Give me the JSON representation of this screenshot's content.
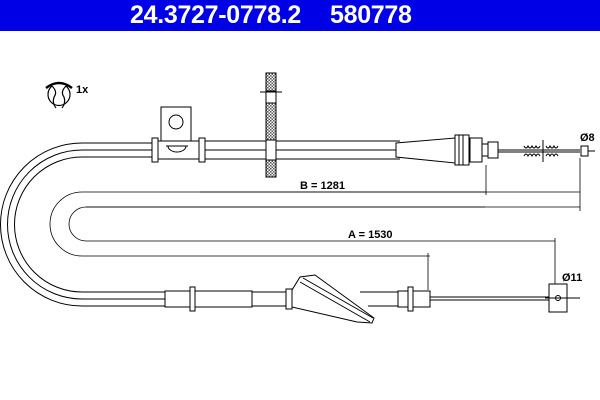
{
  "header": {
    "part_number": "24.3727-0778.2",
    "reference_number": "580778",
    "background_color": "#0000e6",
    "text_color": "#ffffff"
  },
  "clip": {
    "icon": "circlip-icon",
    "quantity_label": "1x"
  },
  "dimensions": {
    "b_label": "B = 1281",
    "a_label": "A = 1530",
    "diameter_top": "Ø8",
    "diameter_bottom": "Ø11"
  },
  "colors": {
    "line": "#000000",
    "background": "#ffffff"
  }
}
